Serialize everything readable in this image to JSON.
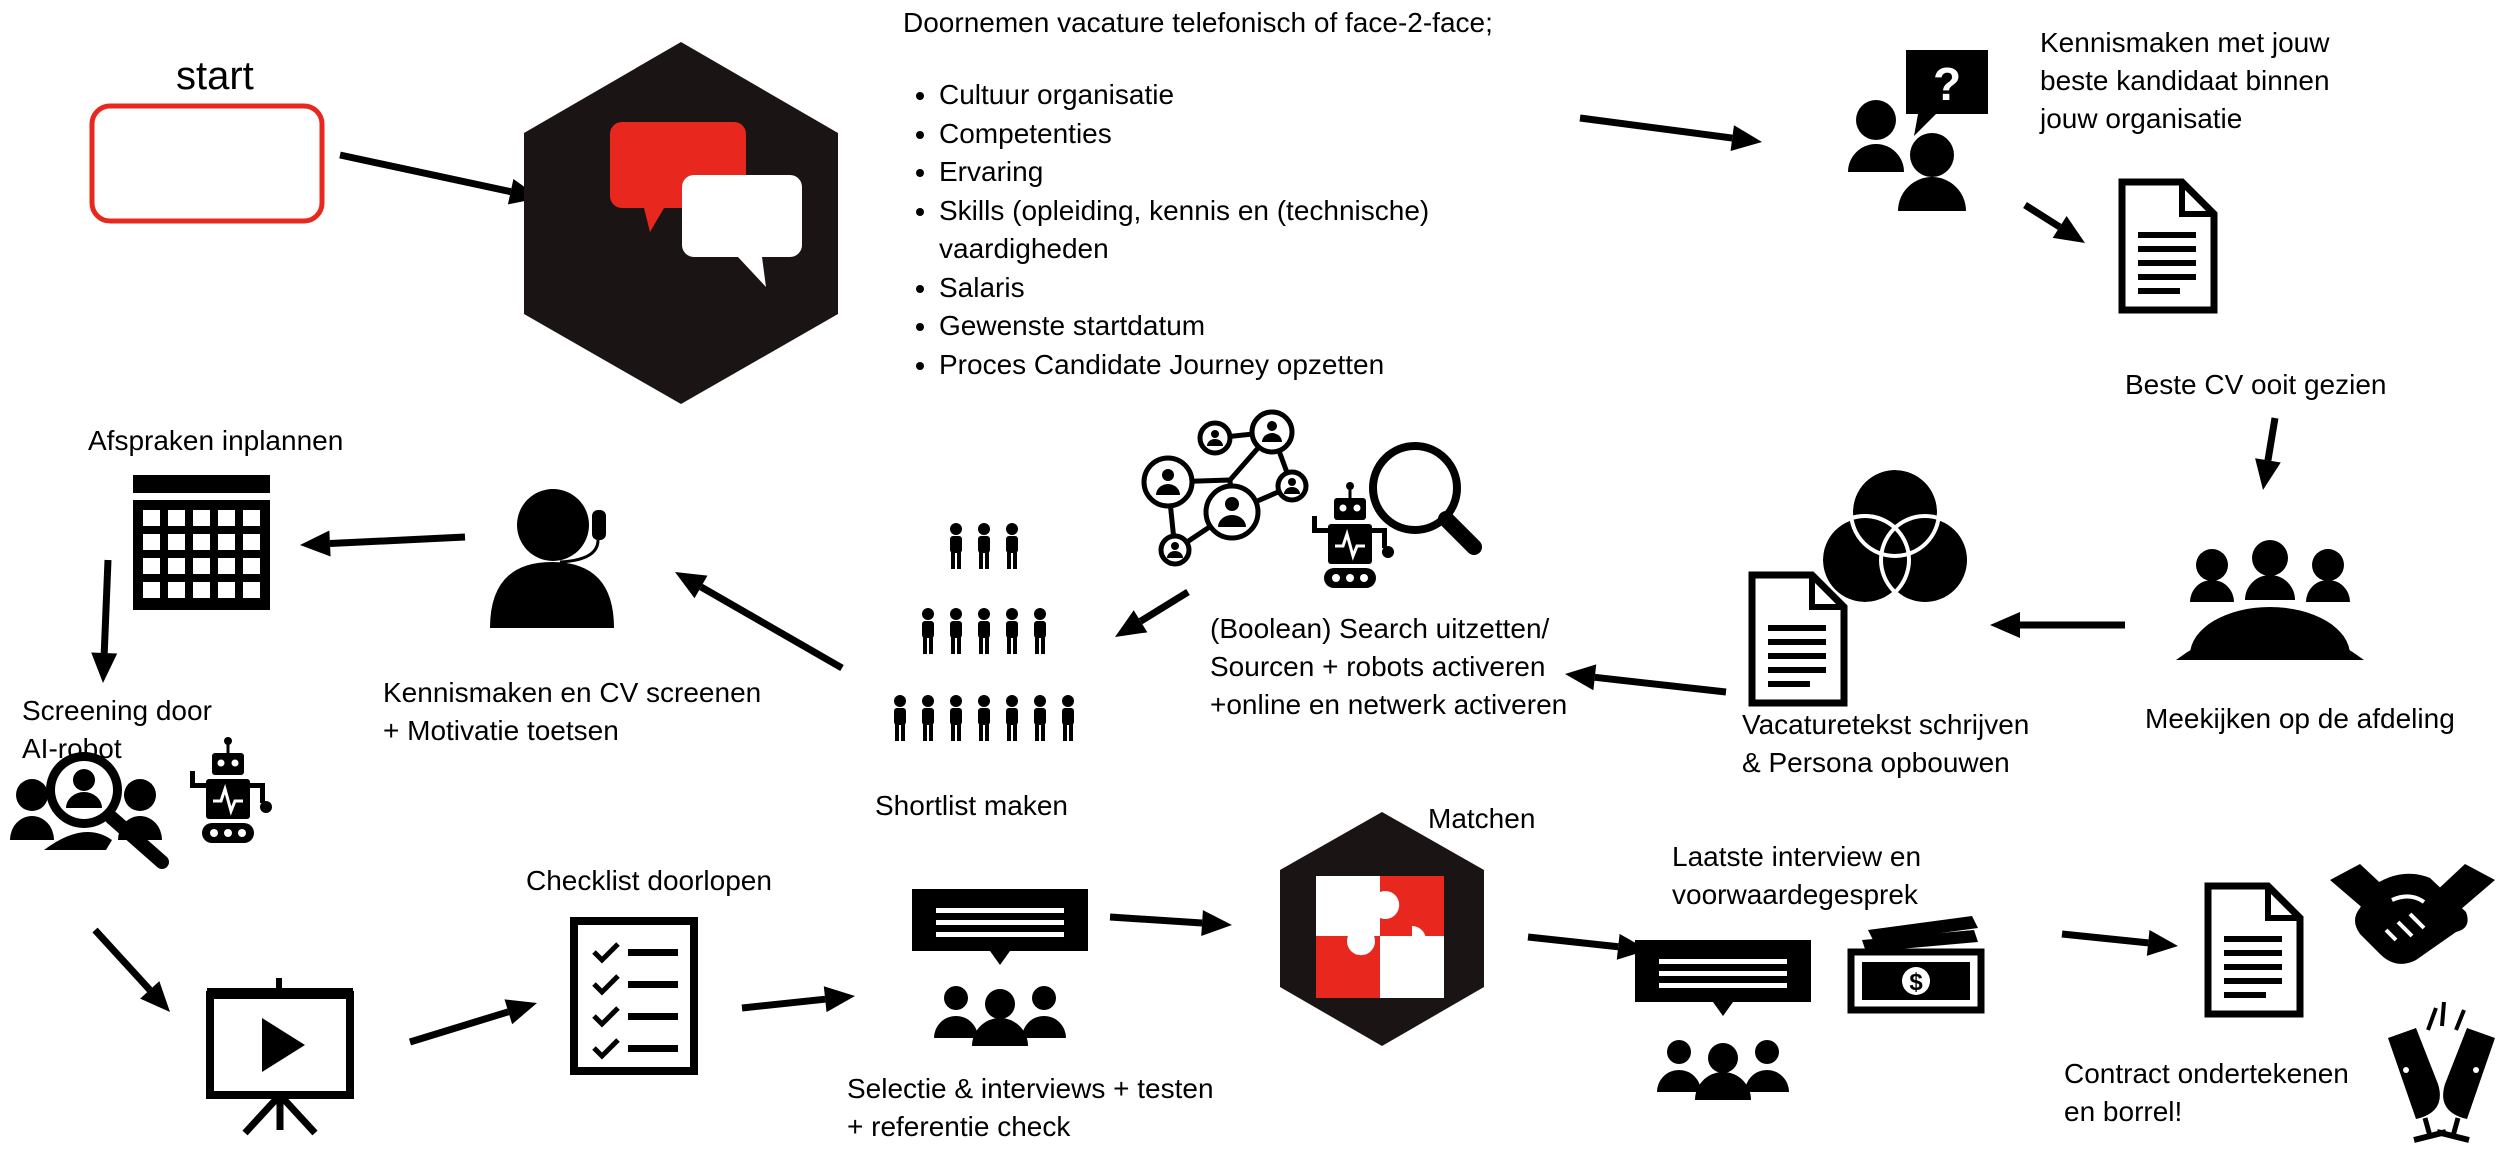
{
  "start": "start",
  "intake": {
    "title": "Doornemen vacature telefonisch of face-2-face;",
    "points": [
      "Cultuur organisatie",
      "Competenties",
      "Ervaring",
      "Skills (opleiding, kennis en (technische)",
      "vaardigheden",
      "Salaris",
      "Gewenste startdatum",
      "Proces Candidate Journey opzetten"
    ]
  },
  "steps": {
    "meet_candidate": [
      "Kennismaken met jouw",
      "beste kandidaat binnen",
      "jouw organisatie"
    ],
    "best_cv": "Beste CV ooit gezien",
    "department": "Meekijken op de afdeling",
    "vacancy_text": [
      "Vacaturetekst schrijven",
      "& Persona opbouwen"
    ],
    "search": [
      "(Boolean) Search uitzetten/",
      "Sourcen + robots activeren",
      "+online en netwerk activeren"
    ],
    "shortlist": "Shortlist maken",
    "screen_cv": [
      "Kennismaken en CV screenen",
      "+ Motivatie toetsen"
    ],
    "appointments": "Afspraken inplannen",
    "ai_screening": [
      "Screening door",
      "AI-robot"
    ],
    "checklist": "Checklist doorlopen",
    "selection": [
      "Selectie & interviews + testen",
      "+ referentie check"
    ],
    "matching": "Matchen",
    "final_interview": [
      "Laatste interview en",
      "voorwaardegesprek"
    ],
    "contract": [
      "Contract ondertekenen",
      "en borrel!"
    ]
  },
  "colors": {
    "accent": "#e8281e",
    "ink": "#000000",
    "hex_fill": "#1a1414"
  },
  "icons": [
    "chat-bubbles-icon",
    "question-group-icon",
    "document-icon",
    "meeting-table-icon",
    "venn-icon",
    "network-icon",
    "robot-icon",
    "magnifier-icon",
    "crowd-icon",
    "headset-icon",
    "calendar-icon",
    "search-people-icon",
    "video-board-icon",
    "checklist-icon",
    "presentation-group-icon",
    "puzzle-icon",
    "money-icon",
    "handshake-icon",
    "champagne-icon"
  ]
}
